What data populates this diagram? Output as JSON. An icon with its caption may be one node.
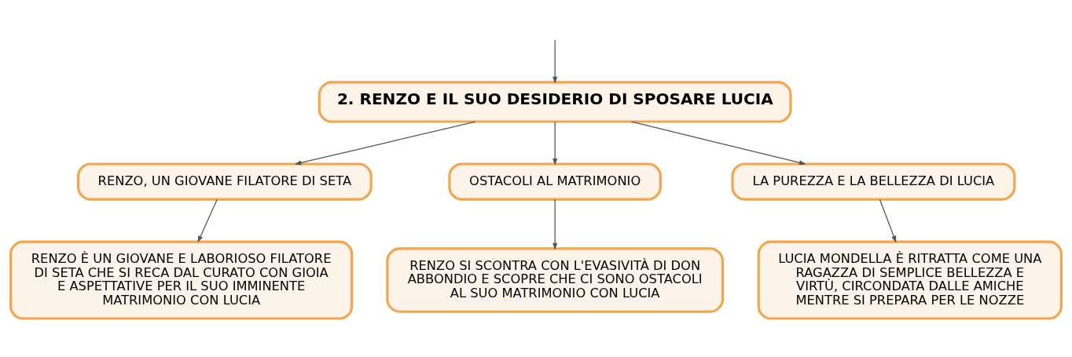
{
  "diagram": {
    "nodes": [
      {
        "text": [
          "2. RENZO E IL SUO DESIDERIO DI SPOSARE LUCIA"
        ]
      },
      {
        "text": [
          "RENZO, UN GIOVANE FILATORE DI SETA"
        ]
      },
      {
        "text": [
          "OSTACOLI AL MATRIMONIO"
        ]
      },
      {
        "text": [
          "LA PUREZZA E LA BELLEZZA DI LUCIA"
        ]
      },
      {
        "text": [
          "RENZO È UN GIOVANE E LABORIOSO FILATORE DI SETA CHE SI RECA DAL CURATO CON GIOIA E ASPETTATIVE PER IL SUO IMMINENTE MATRIMONIO CON LUCIA"
        ]
      },
      {
        "text": [
          "RENZO SI SCONTRA CON L'EVASIVITÀ DI DON ABBONDIO E SCOPRE CHE CI SONO OSTACOLI AL SUO MATRIMONIO CON LUCIA"
        ]
      },
      {
        "text": [
          "LUCIA MONDELLA È RITRATTA COME UNA RAGAZZA DI SEMPLICE BELLEZZA E VIRTÙ, CIRCONDATA DALLE AMICHE MENTRE SI PREPARA PER LE NOZZE"
        ]
      }
    ],
    "edges": [
      {
        "from": null,
        "to": 0,
        "arrow": "to"
      },
      {
        "from": 0,
        "to": 1,
        "arrow": "to"
      },
      {
        "from": 0,
        "to": 2,
        "arrow": "to"
      },
      {
        "from": 0,
        "to": 3,
        "arrow": "to"
      },
      {
        "from": 1,
        "to": 4,
        "arrow": "to"
      },
      {
        "from": 2,
        "to": 5,
        "arrow": "to"
      },
      {
        "from": 3,
        "to": 6,
        "arrow": "to"
      }
    ]
  }
}
